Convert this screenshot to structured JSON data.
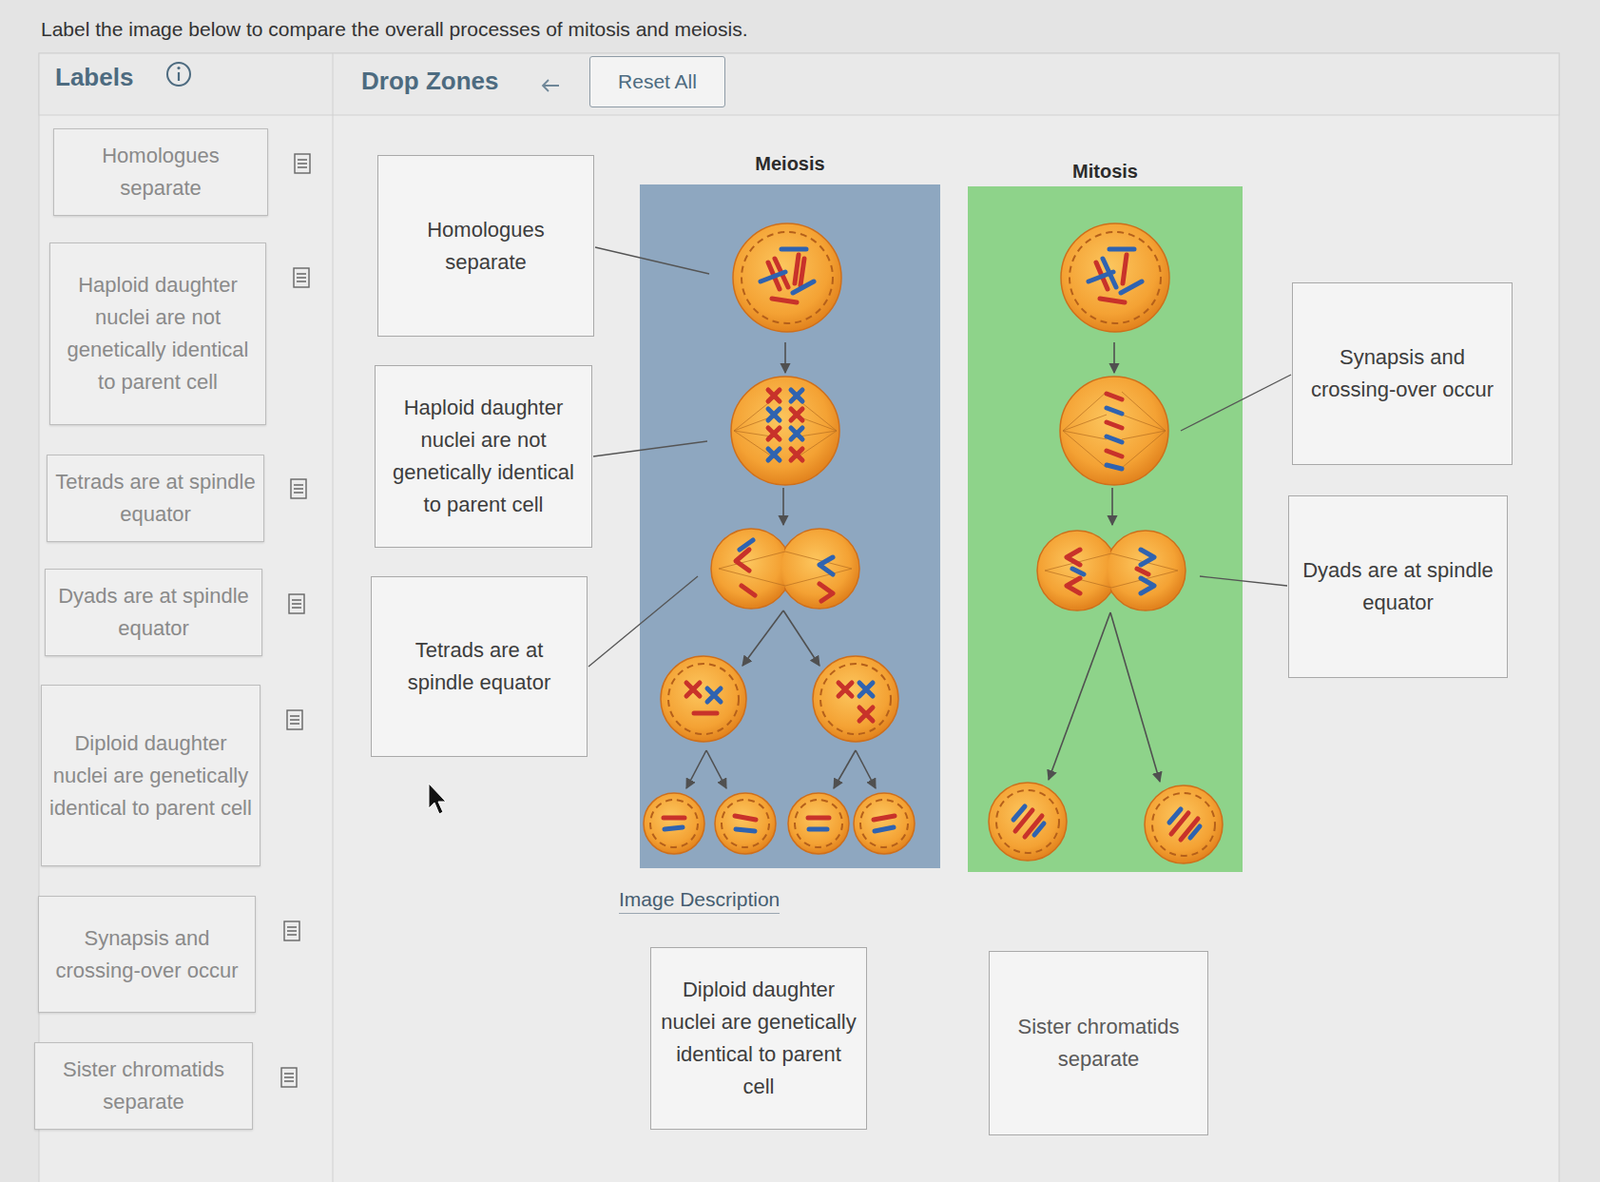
{
  "diagram": {
    "title": "Label the image below to compare the overall processes of mitosis and meiosis.",
    "nodes": [
      {
        "text": [
          "Reset All"
        ]
      },
      {
        "text": [
          "Homologues separate"
        ]
      },
      {
        "text": [
          "Haploid daughter nuclei are not genetically identical to parent cell"
        ]
      },
      {
        "text": [
          "Tetrads are at spindle equator"
        ]
      },
      {
        "text": [
          "Dyads are at spindle equator"
        ]
      },
      {
        "text": [
          "Diploid daughter nuclei are genetically identical to parent cell"
        ]
      },
      {
        "text": [
          "Synapsis and crossing-over occur"
        ]
      },
      {
        "text": [
          "Sister chromatids separate"
        ]
      },
      {
        "text": [
          "Homologues separate"
        ]
      },
      {
        "text": [
          "Meiosis"
        ]
      },
      {
        "text": [
          "Mitosis"
        ]
      },
      {
        "text": [
          "Synapsis and crossing-over occur"
        ]
      },
      {
        "text": [
          "Haploid daughter nuclei are not genetically identical to parent cell"
        ]
      },
      {
        "text": [
          "Dyads are at spindle equator"
        ]
      },
      {
        "text": [
          "Tetrads are at spindle equator"
        ]
      },
      {
        "text": [
          "Diploid daughter nuclei are genetically identical to parent cell"
        ]
      },
      {
        "text": [
          "Sister chromatids separate"
        ]
      }
    ],
    "labels": [
      "Labels",
      "Drop Zones",
      "Image Description"
    ]
  }
}
